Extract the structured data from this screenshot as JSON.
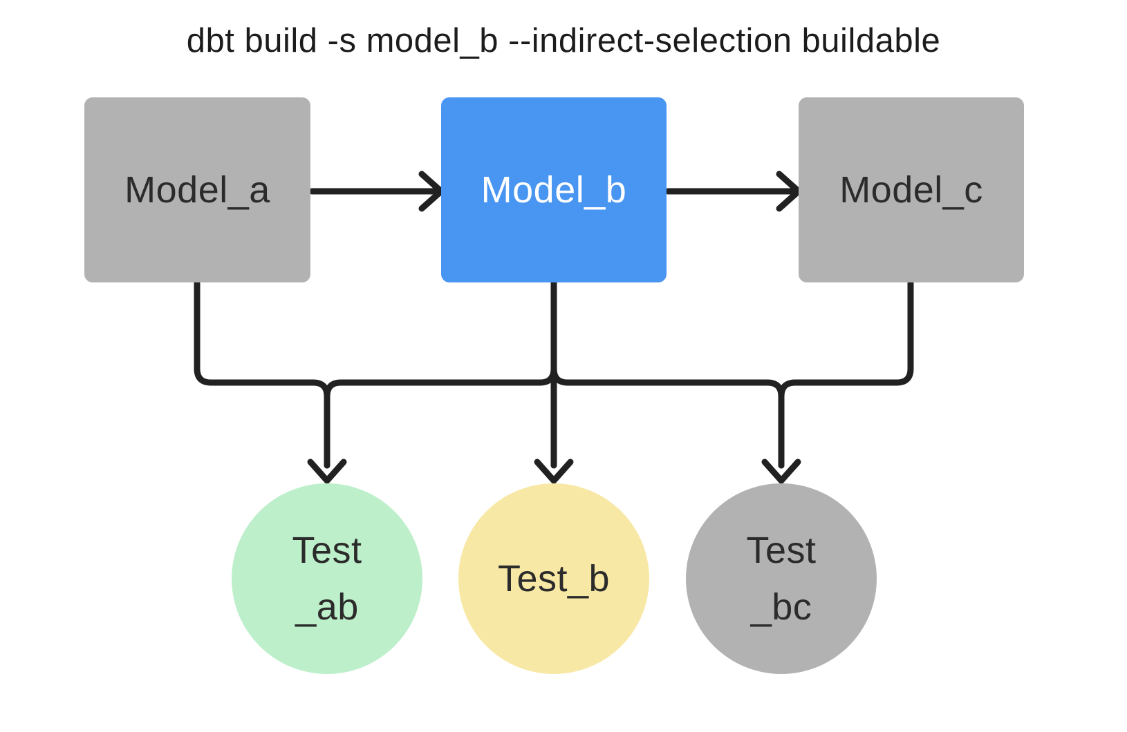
{
  "title": "dbt build -s model_b --indirect-selection buildable",
  "colors": {
    "background": "#ffffff",
    "line": "#212121",
    "selected_node": "#4896f2",
    "unselected_node": "#b2b2b2",
    "text_dark": "#2b2b2b",
    "text_on_selected": "#ffffff"
  },
  "models": [
    {
      "id": "model_a",
      "label": "Model_a",
      "color": "#b2b2b2",
      "selected": false
    },
    {
      "id": "model_b",
      "label": "Model_b",
      "color": "#4896f2",
      "selected": true
    },
    {
      "id": "model_c",
      "label": "Model_c",
      "color": "#b2b2b2",
      "selected": false
    }
  ],
  "tests": [
    {
      "id": "test_ab",
      "lines": [
        "Test",
        "_ab"
      ],
      "color": "#bdefcb"
    },
    {
      "id": "test_b",
      "lines": [
        "Test_b"
      ],
      "color": "#f8e8a5"
    },
    {
      "id": "test_bc",
      "lines": [
        "Test",
        "_bc"
      ],
      "color": "#b2b2b2"
    }
  ],
  "edges": [
    {
      "from": "model_a",
      "to": "model_b"
    },
    {
      "from": "model_b",
      "to": "model_c"
    },
    {
      "from": "model_a",
      "to": "test_ab"
    },
    {
      "from": "model_b",
      "to": "test_ab"
    },
    {
      "from": "model_b",
      "to": "test_b"
    },
    {
      "from": "model_b",
      "to": "test_bc"
    },
    {
      "from": "model_c",
      "to": "test_bc"
    }
  ]
}
